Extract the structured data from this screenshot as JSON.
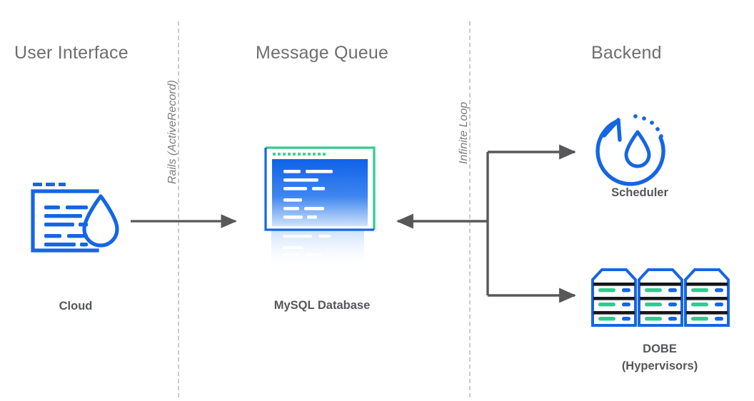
{
  "diagram": {
    "title": "System architecture: user interface, message queue, backend",
    "background": "#ffffff",
    "colors": {
      "header_text": "#6e6e70",
      "caption_text": "#55565a",
      "divider": "#c9cbcd",
      "arrow": "#58585a",
      "icon_blue": "#1566e3",
      "icon_blue_dark": "#1358cc",
      "icon_green": "#2ecc8f",
      "icon_teal": "#3ad29f",
      "screen_gradient_top": "#0f62e8",
      "screen_gradient_bottom": "#cfe2fb"
    }
  },
  "columns": [
    {
      "id": "user-interface",
      "label": "User Interface"
    },
    {
      "id": "message-queue",
      "label": "Message Queue"
    },
    {
      "id": "backend",
      "label": "Backend"
    }
  ],
  "boundary_labels": [
    {
      "id": "rails",
      "label": "Rails (ActiveRecord)",
      "rotated": "-90deg",
      "style": "italic"
    },
    {
      "id": "infinite-loop",
      "label": "Infinite Loop",
      "rotated": "-90deg",
      "style": "italic"
    }
  ],
  "nodes": [
    {
      "id": "cloud",
      "label": "Cloud",
      "icon": "cloud-window-droplet-icon",
      "column": "user-interface"
    },
    {
      "id": "mysql-database",
      "label": "MySQL Database",
      "icon": "database-screen-icon",
      "column": "message-queue"
    },
    {
      "id": "scheduler",
      "label": "Scheduler",
      "icon": "refresh-loop-droplet-icon",
      "column": "backend"
    },
    {
      "id": "dobe",
      "label_line1": "DOBE",
      "label_line2": "(Hypervisors)",
      "icon": "server-racks-icon",
      "column": "backend"
    }
  ],
  "connectors": [
    {
      "id": "cloud-to-mysql",
      "from": "cloud",
      "to": "mysql-database",
      "direction": "right"
    },
    {
      "id": "backend-to-mysql",
      "from": "backend-trunk",
      "to": "mysql-database",
      "direction": "left"
    },
    {
      "id": "trunk-to-scheduler",
      "from": "backend-trunk",
      "to": "scheduler",
      "direction": "right"
    },
    {
      "id": "trunk-to-dobe",
      "from": "backend-trunk",
      "to": "dobe",
      "direction": "right"
    }
  ]
}
